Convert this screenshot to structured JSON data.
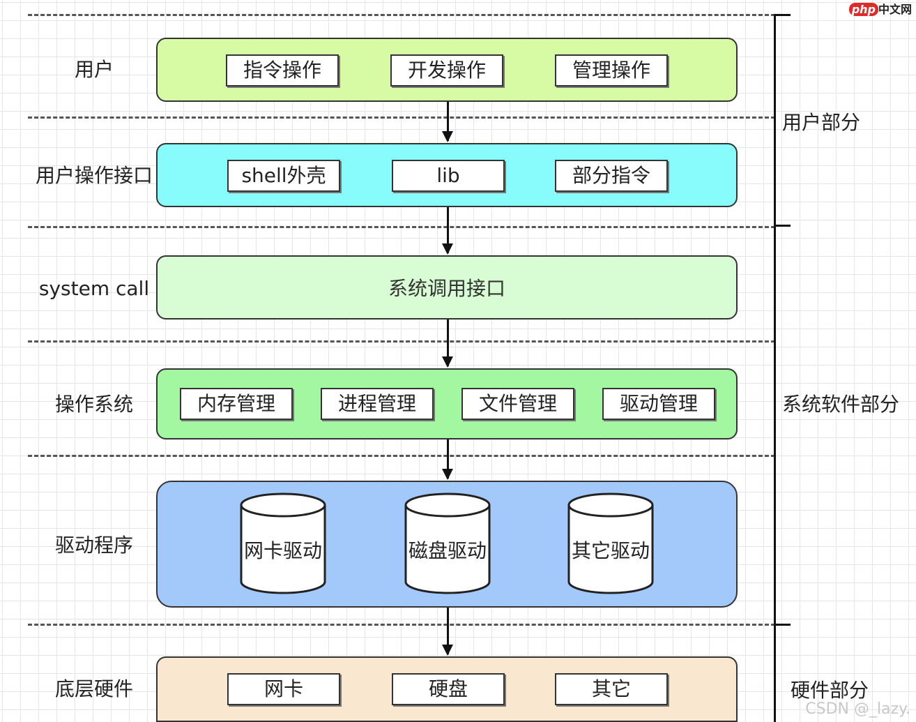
{
  "layers": [
    {
      "label": "用户",
      "items": [
        "指令操作",
        "开发操作",
        "管理操作"
      ],
      "fill": "#d7fba4"
    },
    {
      "label": "用户操作接口",
      "items": [
        "shell外壳",
        "lib",
        "部分指令"
      ],
      "fill": "#88fbfc"
    },
    {
      "label": "system call",
      "center_text": "系统调用接口",
      "fill": "#d8fcd3"
    },
    {
      "label": "操作系统",
      "items": [
        "内存管理",
        "进程管理",
        "文件管理",
        "驱动管理"
      ],
      "fill": "#a3f7a0"
    },
    {
      "label": "驱动程序",
      "items": [
        "网卡驱动",
        "磁盘驱动",
        "其它驱动"
      ],
      "fill": "#a3c8fa"
    },
    {
      "label": "底层硬件",
      "items": [
        "网卡",
        "硬盘",
        "其它"
      ],
      "fill": "#f9e8cf"
    }
  ],
  "groups": [
    {
      "label": "用户部分"
    },
    {
      "label": "系统软件部分"
    },
    {
      "label": "硬件部分"
    }
  ],
  "watermarks": {
    "site_php": "php",
    "site_name": "中文网",
    "csdn": "CSDN @_lazy."
  }
}
